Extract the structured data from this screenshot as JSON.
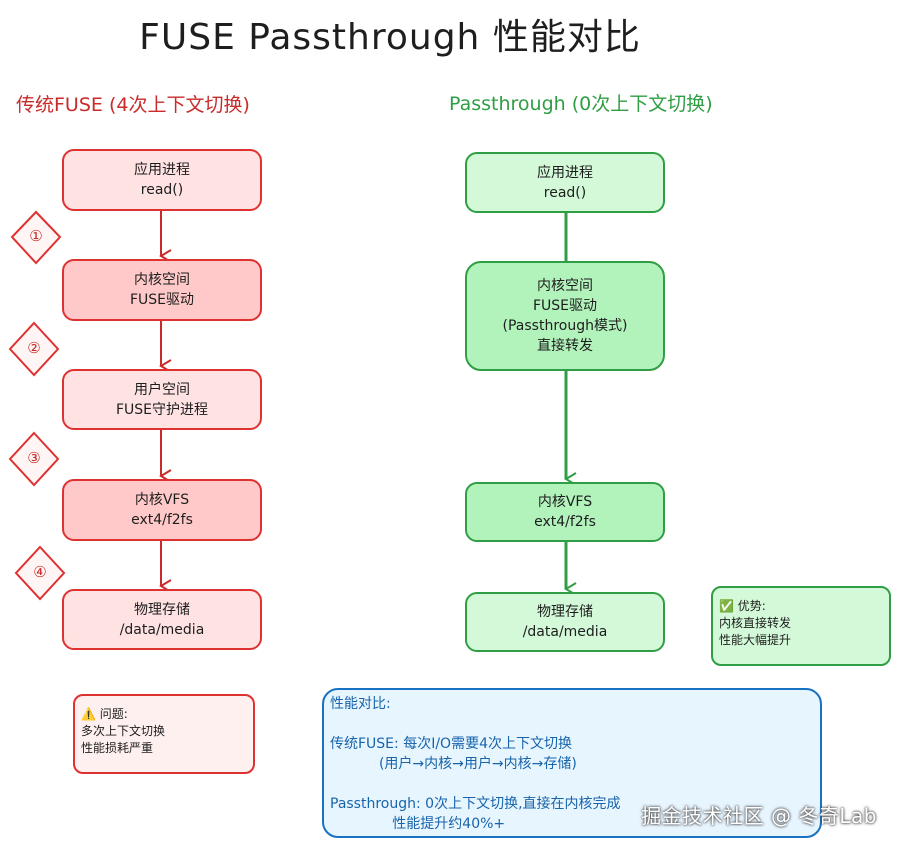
{
  "title": "FUSE Passthrough 性能对比",
  "left": {
    "heading": "传统FUSE (4次上下文切换)",
    "boxes": [
      {
        "line1": "应用进程",
        "line2": "read()"
      },
      {
        "line1": "内核空间",
        "line2": "FUSE驱动"
      },
      {
        "line1": "用户空间",
        "line2": "FUSE守护进程"
      },
      {
        "line1": "内核VFS",
        "line2": "ext4/f2fs"
      },
      {
        "line1": "物理存储",
        "line2": "/data/media"
      }
    ],
    "steps": [
      "①",
      "②",
      "③",
      "④"
    ],
    "note": {
      "icon": "⚠️",
      "title": "问题:",
      "line1": "多次上下文切换",
      "line2": "性能损耗严重"
    }
  },
  "right": {
    "heading": "Passthrough (0次上下文切换)",
    "boxes": [
      {
        "line1": "应用进程",
        "line2": "read()"
      },
      {
        "line1": "内核空间",
        "line2": "FUSE驱动",
        "line3": "(Passthrough模式)",
        "line4": "直接转发"
      },
      {
        "line1": "内核VFS",
        "line2": "ext4/f2fs"
      },
      {
        "line1": "物理存储",
        "line2": "/data/media"
      }
    ],
    "note": {
      "icon": "✅",
      "title": "优势:",
      "line1": "内核直接转发",
      "line2": "性能大幅提升"
    }
  },
  "comparison": {
    "title": "性能对比:",
    "line1": "传统FUSE: 每次I/O需要4次上下文切换",
    "line2": "           (用户→内核→用户→内核→存储)",
    "line3": "Passthrough: 0次上下文切换,直接在内核完成",
    "line4": "              性能提升约40%+"
  },
  "watermark": "掘金技术社区 @ 冬奇Lab",
  "colors": {
    "red_stroke": "#e03131",
    "red_fill_light": "#ffe3e3",
    "red_fill_mid": "#ffc9c9",
    "green_stroke": "#2f9e44",
    "green_fill_light": "#d3f9d8",
    "green_fill_mid": "#b2f2bb",
    "blue_stroke": "#1971c2",
    "blue_fill": "#e7f5ff"
  }
}
